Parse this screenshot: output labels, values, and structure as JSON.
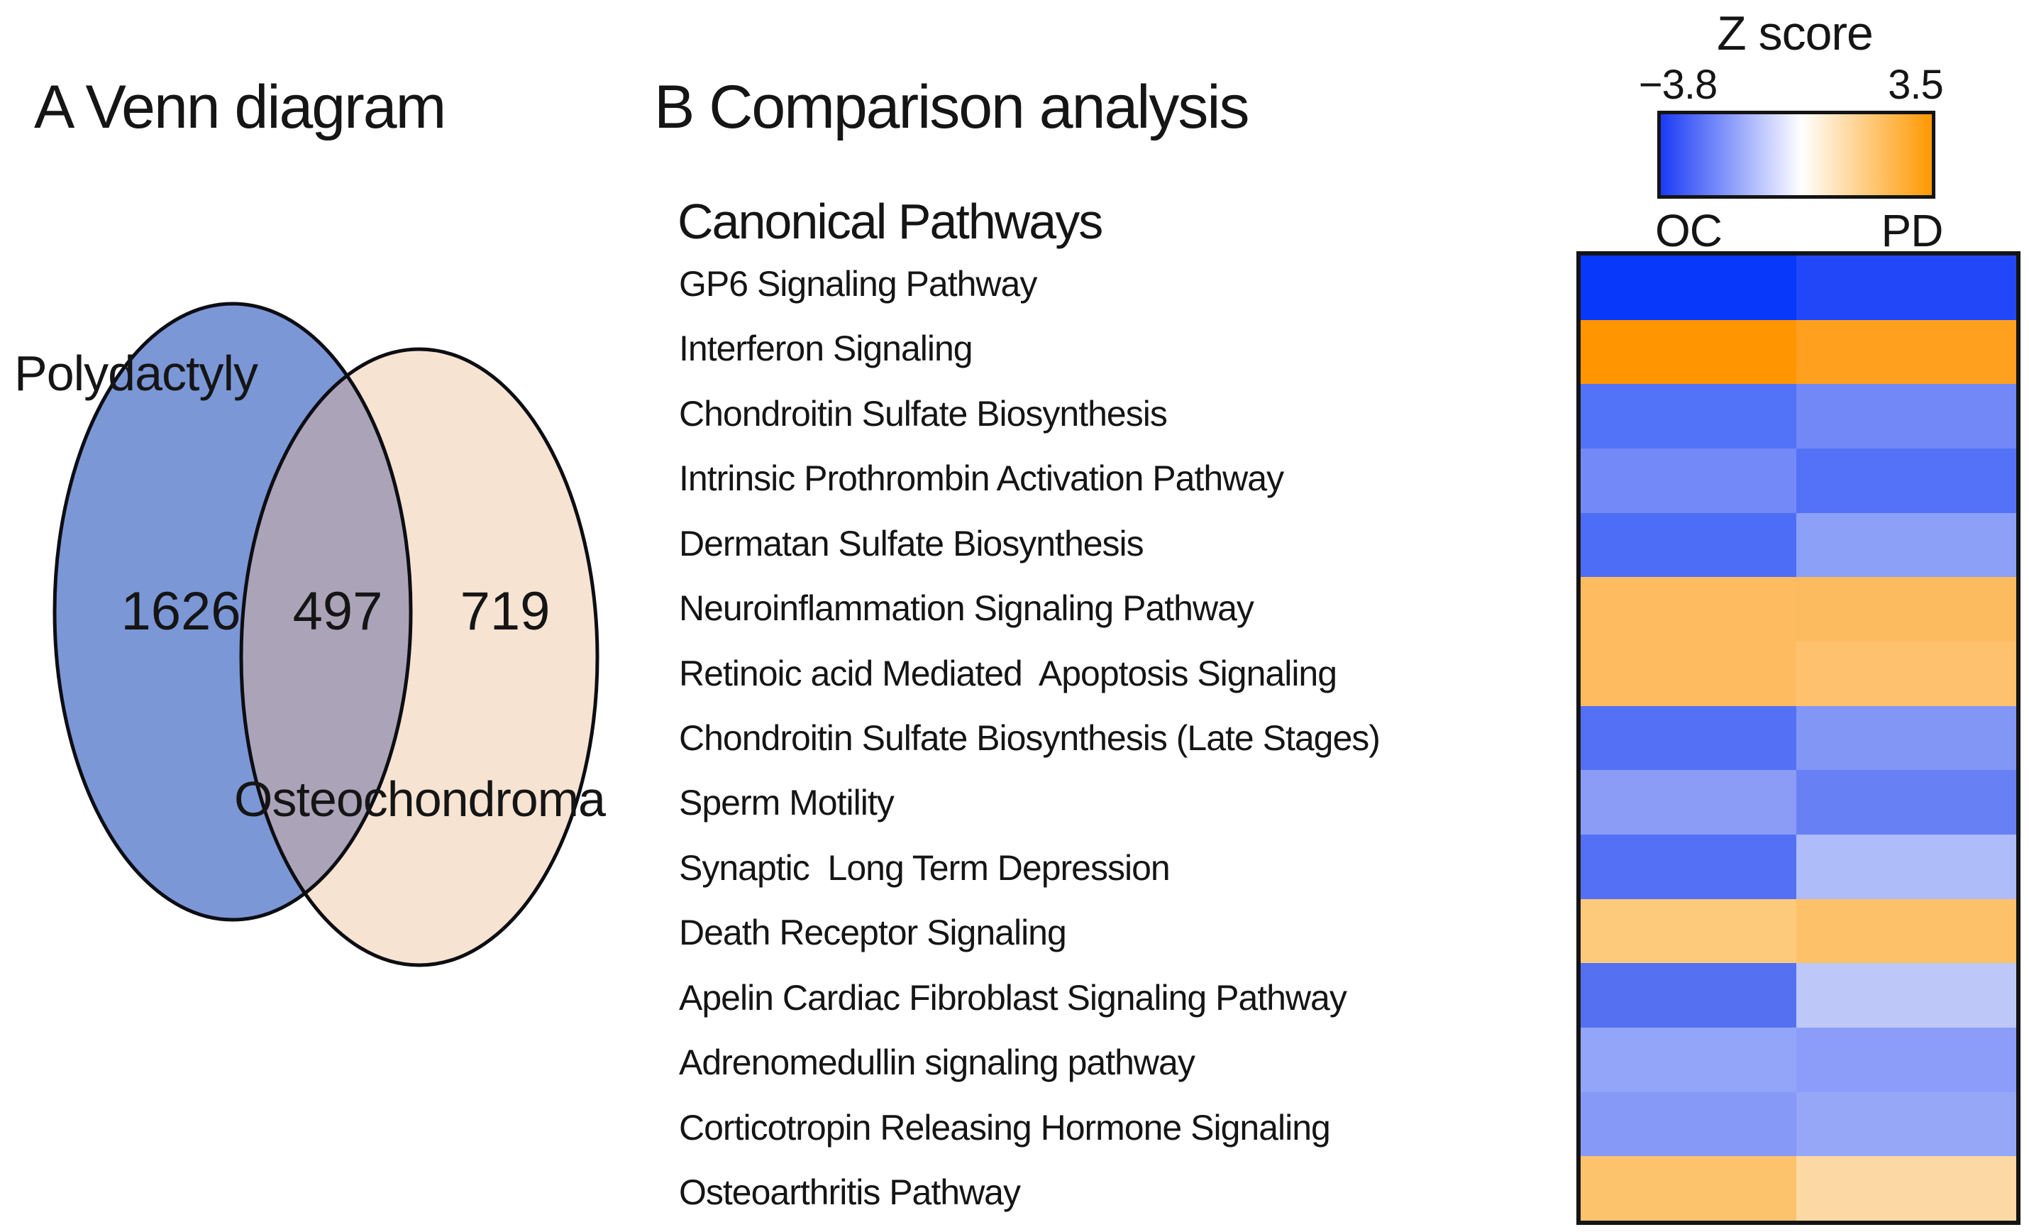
{
  "panel_a": {
    "title": "A Venn diagram",
    "venn": {
      "left_label": "Polydactyly",
      "right_label": "Osteochondroma",
      "left_count": "1626",
      "overlap_count": "497",
      "right_count": "719",
      "left_color": "#7C97D6",
      "right_color": "#F6E3D1",
      "overlap_color": "#ABA4B8",
      "outline_color": "#0d0d14"
    }
  },
  "panel_b": {
    "title": "B Comparison analysis",
    "pathways_header": "Canonical Pathways",
    "legend": {
      "title": "Z score",
      "min_label": "−3.8",
      "max_label": "3.5",
      "gradient_start": "#1B3BF5",
      "gradient_mid": "#FFFFFF",
      "gradient_mid_pos": 52,
      "gradient_end": "#FF9800"
    },
    "columns": [
      "OC",
      "PD"
    ],
    "rows": [
      {
        "label": "GP6 Signaling Pathway",
        "oc": "#0838FA",
        "pd": "#2247F8"
      },
      {
        "label": "Interferon Signaling",
        "oc": "#FF9500",
        "pd": "#FFA01E"
      },
      {
        "label": "Chondroitin Sulfate Biosynthesis",
        "oc": "#5272F8",
        "pd": "#7288F6"
      },
      {
        "label": "Intrinsic Prothrombin Activation Pathway",
        "oc": "#7389F7",
        "pd": "#5372F7"
      },
      {
        "label": "Dermatan Sulfate Biosynthesis",
        "oc": "#4D6DF7",
        "pd": "#8CA0F8"
      },
      {
        "label": "Neuroinflammation Signaling Pathway",
        "oc": "#FEBB60",
        "pd": "#FDBB60"
      },
      {
        "label": "Retinoic acid Mediated  Apoptosis Signaling",
        "oc": "#FEBB60",
        "pd": "#FEC26E"
      },
      {
        "label": "Chondroitin Sulfate Biosynthesis (Late Stages)",
        "oc": "#5470F5",
        "pd": "#8296F6"
      },
      {
        "label": "Sperm Motility",
        "oc": "#8A9CF6",
        "pd": "#6780F4"
      },
      {
        "label": "Synaptic  Long Term Depression",
        "oc": "#5470F5",
        "pd": "#AEBCFA"
      },
      {
        "label": "Death Receptor Signaling",
        "oc": "#FDCA7C",
        "pd": "#FCC169"
      },
      {
        "label": "Apelin Cardiac Fibroblast Signaling Pathway",
        "oc": "#5571F2",
        "pd": "#BDC8F8"
      },
      {
        "label": "Adrenomedullin signaling pathway",
        "oc": "#93A5F8",
        "pd": "#8B9DF8"
      },
      {
        "label": "Corticotropin Releasing Hormone Signaling",
        "oc": "#8799F6",
        "pd": "#96A7F8"
      },
      {
        "label": "Osteoarthritis Pathway",
        "oc": "#FCC26C",
        "pd": "#FCD9A4"
      }
    ]
  },
  "chart_data": [
    {
      "type": "venn",
      "title": "A Venn diagram",
      "sets": [
        {
          "name": "Polydactyly",
          "unique_count": 1626
        },
        {
          "name": "Osteochondroma",
          "unique_count": 719
        }
      ],
      "overlap_count": 497
    },
    {
      "type": "heatmap",
      "title": "B Comparison analysis",
      "row_header": "Canonical Pathways",
      "columns": [
        "OC",
        "PD"
      ],
      "colorbar": {
        "label": "Z score",
        "min": -3.8,
        "max": 3.5,
        "colors": [
          "#1B3BF5",
          "#FFFFFF",
          "#FF9800"
        ]
      },
      "rows": [
        "GP6 Signaling Pathway",
        "Interferon Signaling",
        "Chondroitin Sulfate Biosynthesis",
        "Intrinsic Prothrombin Activation Pathway",
        "Dermatan Sulfate Biosynthesis",
        "Neuroinflammation Signaling Pathway",
        "Retinoic acid Mediated Apoptosis Signaling",
        "Chondroitin Sulfate Biosynthesis (Late Stages)",
        "Sperm Motility",
        "Synaptic Long Term Depression",
        "Death Receptor Signaling",
        "Apelin Cardiac Fibroblast Signaling Pathway",
        "Adrenomedullin signaling pathway",
        "Corticotropin Releasing Hormone Signaling",
        "Osteoarthritis Pathway"
      ],
      "series": [
        {
          "name": "OC",
          "z_estimated": [
            -3.7,
            3.4,
            -2.5,
            -1.9,
            -2.7,
            2.3,
            2.3,
            -2.5,
            -1.7,
            -2.5,
            1.7,
            -2.5,
            -1.5,
            -1.7,
            2.1
          ]
        },
        {
          "name": "PD",
          "z_estimated": [
            -3.4,
            3.2,
            -1.9,
            -2.5,
            -1.5,
            2.3,
            2.1,
            -1.8,
            -2.2,
            -1.1,
            2.1,
            -0.9,
            -1.6,
            -1.4,
            1.1
          ]
        }
      ]
    }
  ]
}
